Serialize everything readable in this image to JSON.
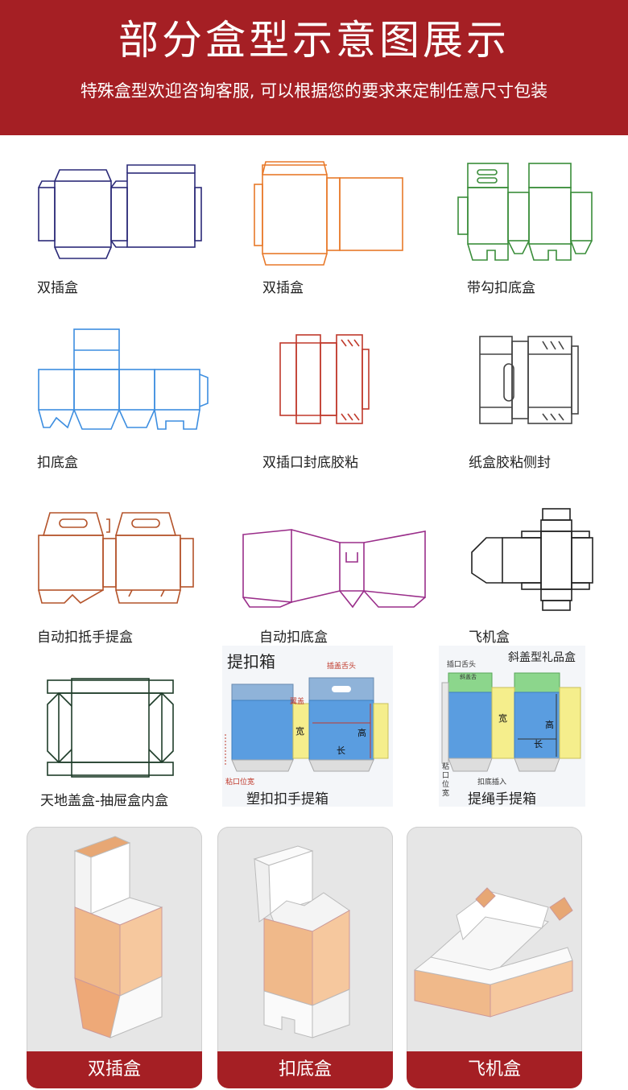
{
  "header": {
    "title": "部分盒型示意图展示",
    "subtitle": "特殊盒型欢迎咨询客服, 可以根据您的要求来定制任意尺寸包装"
  },
  "colors": {
    "brand_red": "#a51f24",
    "navy": "#2b2a78",
    "orange": "#e8792a",
    "green": "#3a8d3a",
    "blue": "#3d8ee0",
    "red_outline": "#c0392b",
    "gray": "#444444",
    "brown": "#b4532a",
    "purple": "#9a2e8a",
    "dark_green": "#1f3d2a"
  },
  "grid": {
    "r1c1": "双插盒",
    "r1c2": "双插盒",
    "r1c3": "带勾扣底盒",
    "r2c1": "扣底盒",
    "r2c2": "双插口封底胶粘",
    "r2c3": "纸盒胶粘侧封",
    "r3c1": "自动扣抵手提盒",
    "r3c2": "自动扣底盒",
    "r3c3": "飞机盒",
    "r4c1": "天地盖盒-抽屉盒内盒",
    "r4c2": "塑扣扣手提箱",
    "r4c3": "提绳手提箱"
  },
  "diagram_a": {
    "title": "提扣箱",
    "tag_top": "插盖舌头",
    "tag_side": "翼盖",
    "wide": "宽",
    "high": "高",
    "long": "长",
    "glue": "粘口位宽"
  },
  "diagram_b": {
    "title": "斜盖型礼品盒",
    "tag_top": "插口舌头",
    "tag_cover": "斜盖舌",
    "wide": "宽",
    "high": "高",
    "long": "长",
    "glue": "粘口位宽",
    "tab": "扣底插入"
  },
  "photos": [
    {
      "label": "双插盒"
    },
    {
      "label": "扣底盒"
    },
    {
      "label": "飞机盒"
    }
  ]
}
